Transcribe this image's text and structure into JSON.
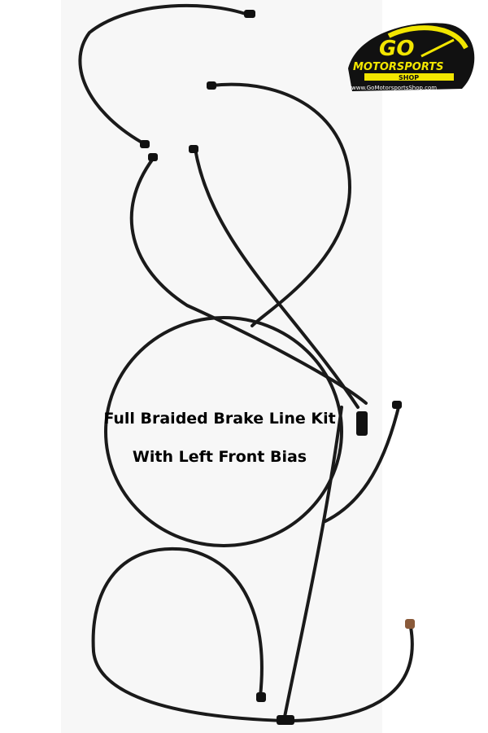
{
  "caption": {
    "line1": "Full Braided Brake Line Kit",
    "line2": "With Left Front Bias"
  },
  "logo": {
    "title": "GO",
    "subtitle": "MOTORSPORTS",
    "shop": "SHOP",
    "url": "www.GoMotorsportsShop.com",
    "colors": {
      "yellow": "#f2e600",
      "dark": "#111111"
    }
  }
}
